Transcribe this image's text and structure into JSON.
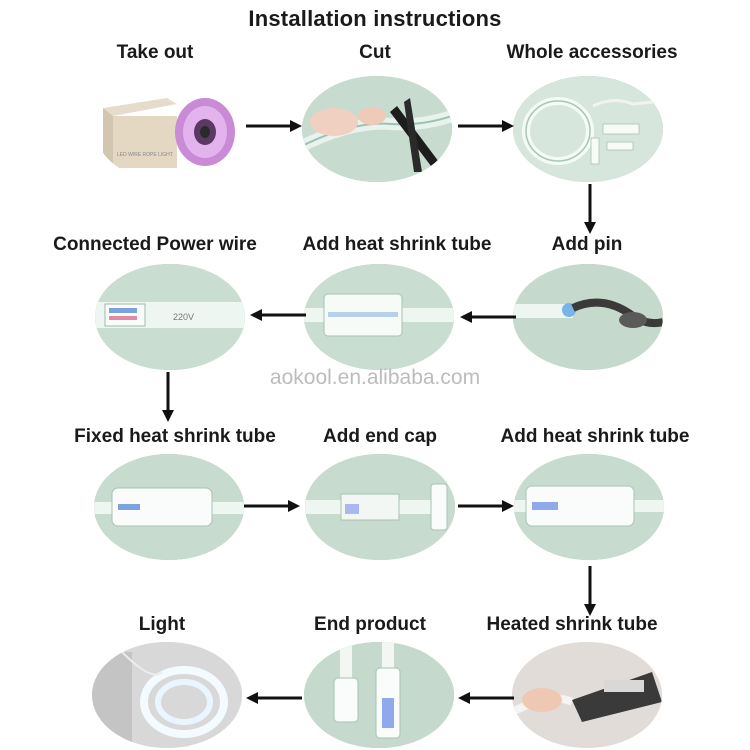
{
  "title": "Installation instructions",
  "watermark": "aokool.en.alibaba.com",
  "steps": [
    {
      "label": "Take out"
    },
    {
      "label": "Cut"
    },
    {
      "label": "Whole accessories"
    },
    {
      "label": "Add pin"
    },
    {
      "label": "Add heat shrink tube"
    },
    {
      "label": "Connected Power wire"
    },
    {
      "label": "Fixed heat shrink tube"
    },
    {
      "label": "Add end cap"
    },
    {
      "label": "Add heat shrink tube"
    },
    {
      "label": "Heated shrink tube"
    },
    {
      "label": "End product"
    },
    {
      "label": "Light"
    }
  ],
  "box_text": "LED WIRE ROPE LIGHT",
  "tube_mark": "220V",
  "colors": {
    "arrow": "#111111",
    "photo_bg": "#bed4c6"
  }
}
